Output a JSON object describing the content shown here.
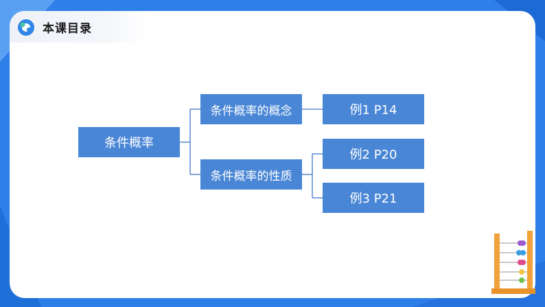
{
  "header": {
    "title": "本课目录"
  },
  "diagram": {
    "root": "条件概率",
    "branches": [
      {
        "label": "条件概率的概念",
        "examples": [
          "例1  P14"
        ]
      },
      {
        "label": "条件概率的性质",
        "examples": [
          "例2  P20",
          "例3  P21"
        ]
      }
    ]
  },
  "colors": {
    "background": "#2f7fe8",
    "node": "#4a86d6",
    "line": "#3a76c8"
  }
}
